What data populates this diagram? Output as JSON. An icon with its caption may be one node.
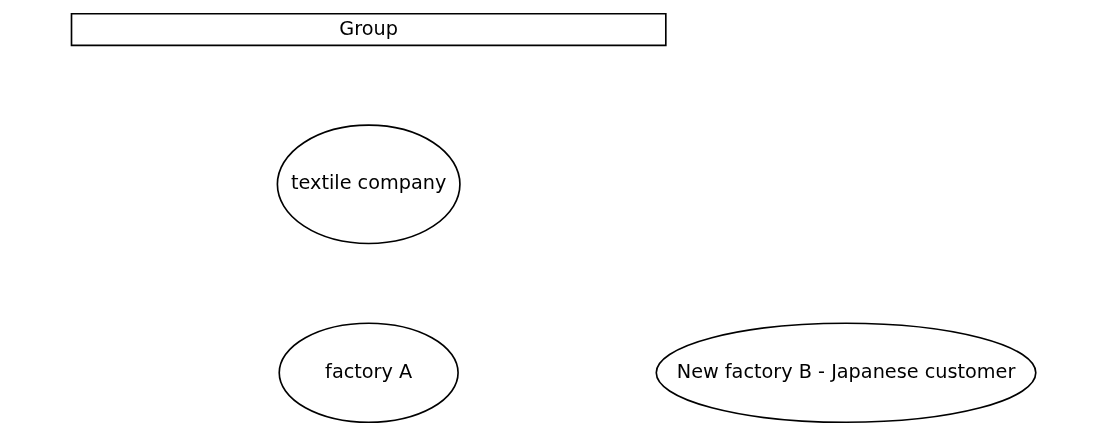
{
  "diagram": {
    "nodes": [
      {
        "text": [
          "Group"
        ]
      },
      {
        "text": [
          "textile company"
        ]
      },
      {
        "text": [
          "factory A"
        ]
      },
      {
        "text": [
          "New factory B - Japanese customer"
        ]
      }
    ]
  }
}
